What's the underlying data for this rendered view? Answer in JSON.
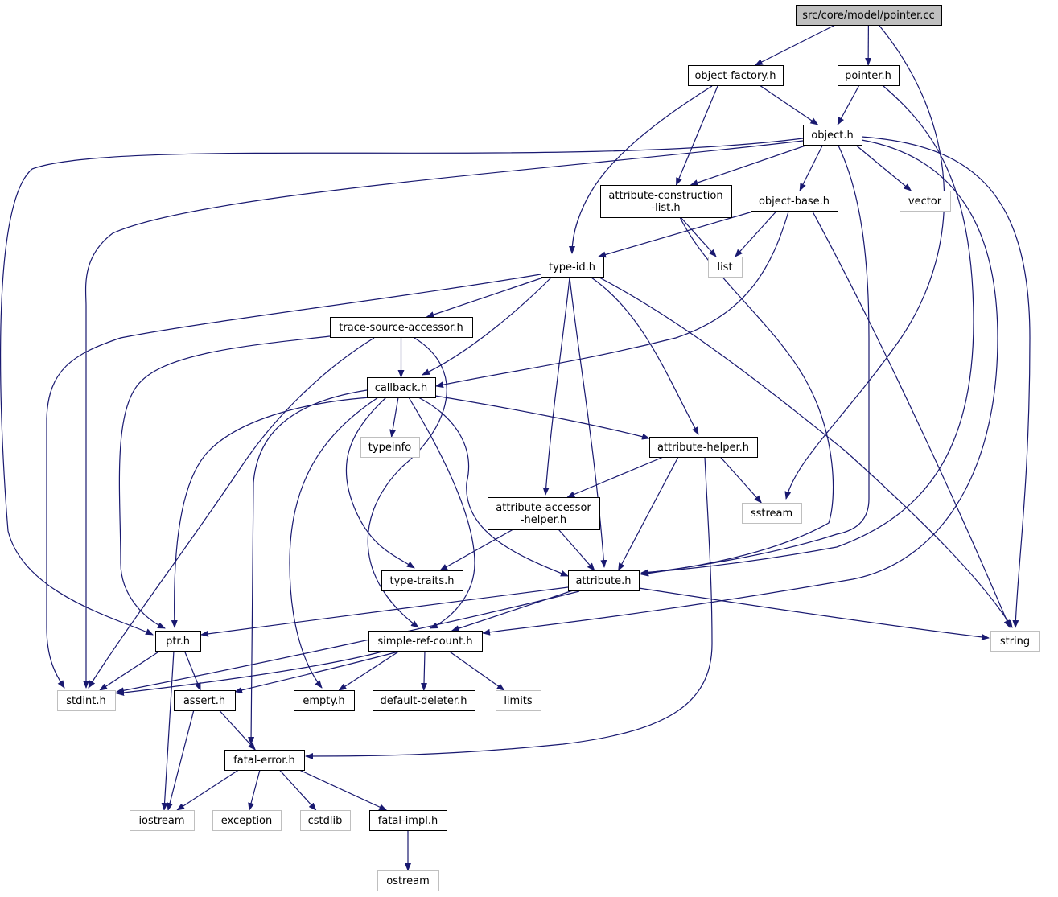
{
  "colors": {
    "edge": "#191970",
    "root_fill": "#bfbfbf",
    "node_border": "#000000",
    "external_border": "#bfbfbf",
    "text": "#000000",
    "background": "#ffffff"
  },
  "nodes": [
    {
      "id": "pointer_cc",
      "kind": "root",
      "lines": [
        "src/core/model/pointer.cc"
      ]
    },
    {
      "id": "object_factory_h",
      "kind": "normal",
      "lines": [
        "object-factory.h"
      ]
    },
    {
      "id": "pointer_h",
      "kind": "normal",
      "lines": [
        "pointer.h"
      ]
    },
    {
      "id": "object_h",
      "kind": "normal",
      "lines": [
        "object.h"
      ]
    },
    {
      "id": "attribute_construction_list_h",
      "kind": "normal",
      "lines": [
        "attribute-construction",
        "-list.h"
      ]
    },
    {
      "id": "object_base_h",
      "kind": "normal",
      "lines": [
        "object-base.h"
      ]
    },
    {
      "id": "vector",
      "kind": "external",
      "lines": [
        "vector"
      ]
    },
    {
      "id": "list",
      "kind": "external",
      "lines": [
        "list"
      ]
    },
    {
      "id": "type_id_h",
      "kind": "normal",
      "lines": [
        "type-id.h"
      ]
    },
    {
      "id": "trace_source_accessor_h",
      "kind": "normal",
      "lines": [
        "trace-source-accessor.h"
      ]
    },
    {
      "id": "callback_h",
      "kind": "normal",
      "lines": [
        "callback.h"
      ]
    },
    {
      "id": "typeinfo",
      "kind": "external",
      "lines": [
        "typeinfo"
      ]
    },
    {
      "id": "attribute_helper_h",
      "kind": "normal",
      "lines": [
        "attribute-helper.h"
      ]
    },
    {
      "id": "attribute_accessor_helper_h",
      "kind": "normal",
      "lines": [
        "attribute-accessor",
        "-helper.h"
      ]
    },
    {
      "id": "sstream",
      "kind": "external",
      "lines": [
        "sstream"
      ]
    },
    {
      "id": "type_traits_h",
      "kind": "normal",
      "lines": [
        "type-traits.h"
      ]
    },
    {
      "id": "attribute_h",
      "kind": "normal",
      "lines": [
        "attribute.h"
      ]
    },
    {
      "id": "ptr_h",
      "kind": "normal",
      "lines": [
        "ptr.h"
      ]
    },
    {
      "id": "simple_ref_count_h",
      "kind": "normal",
      "lines": [
        "simple-ref-count.h"
      ]
    },
    {
      "id": "string",
      "kind": "external",
      "lines": [
        "string"
      ]
    },
    {
      "id": "stdint_h",
      "kind": "external",
      "lines": [
        "stdint.h"
      ]
    },
    {
      "id": "assert_h",
      "kind": "normal",
      "lines": [
        "assert.h"
      ]
    },
    {
      "id": "empty_h",
      "kind": "normal",
      "lines": [
        "empty.h"
      ]
    },
    {
      "id": "default_deleter_h",
      "kind": "normal",
      "lines": [
        "default-deleter.h"
      ]
    },
    {
      "id": "limits",
      "kind": "external",
      "lines": [
        "limits"
      ]
    },
    {
      "id": "fatal_error_h",
      "kind": "normal",
      "lines": [
        "fatal-error.h"
      ]
    },
    {
      "id": "iostream",
      "kind": "external",
      "lines": [
        "iostream"
      ]
    },
    {
      "id": "exception",
      "kind": "external",
      "lines": [
        "exception"
      ]
    },
    {
      "id": "cstdlib",
      "kind": "external",
      "lines": [
        "cstdlib"
      ]
    },
    {
      "id": "fatal_impl_h",
      "kind": "normal",
      "lines": [
        "fatal-impl.h"
      ]
    },
    {
      "id": "ostream",
      "kind": "external",
      "lines": [
        "ostream"
      ]
    }
  ],
  "edges": [
    {
      "from": "pointer_cc",
      "to": "object_factory_h"
    },
    {
      "from": "pointer_cc",
      "to": "pointer_h"
    },
    {
      "from": "pointer_cc",
      "to": "sstream"
    },
    {
      "from": "object_factory_h",
      "to": "object_h"
    },
    {
      "from": "object_factory_h",
      "to": "type_id_h"
    },
    {
      "from": "object_factory_h",
      "to": "attribute_construction_list_h"
    },
    {
      "from": "pointer_h",
      "to": "object_h"
    },
    {
      "from": "pointer_h",
      "to": "attribute_h"
    },
    {
      "from": "object_h",
      "to": "ptr_h"
    },
    {
      "from": "object_h",
      "to": "stdint_h"
    },
    {
      "from": "object_h",
      "to": "attribute_construction_list_h"
    },
    {
      "from": "object_h",
      "to": "object_base_h"
    },
    {
      "from": "object_h",
      "to": "vector"
    },
    {
      "from": "object_h",
      "to": "attribute_h"
    },
    {
      "from": "object_h",
      "to": "simple_ref_count_h"
    },
    {
      "from": "object_h",
      "to": "string"
    },
    {
      "from": "attribute_construction_list_h",
      "to": "list"
    },
    {
      "from": "attribute_construction_list_h",
      "to": "attribute_h"
    },
    {
      "from": "object_base_h",
      "to": "type_id_h"
    },
    {
      "from": "object_base_h",
      "to": "list"
    },
    {
      "from": "object_base_h",
      "to": "callback_h"
    },
    {
      "from": "object_base_h",
      "to": "string"
    },
    {
      "from": "type_id_h",
      "to": "trace_source_accessor_h"
    },
    {
      "from": "type_id_h",
      "to": "callback_h"
    },
    {
      "from": "type_id_h",
      "to": "stdint_h"
    },
    {
      "from": "type_id_h",
      "to": "attribute_helper_h"
    },
    {
      "from": "type_id_h",
      "to": "attribute_accessor_helper_h"
    },
    {
      "from": "type_id_h",
      "to": "attribute_h"
    },
    {
      "from": "type_id_h",
      "to": "string"
    },
    {
      "from": "trace_source_accessor_h",
      "to": "callback_h"
    },
    {
      "from": "trace_source_accessor_h",
      "to": "ptr_h"
    },
    {
      "from": "trace_source_accessor_h",
      "to": "stdint_h"
    },
    {
      "from": "trace_source_accessor_h",
      "to": "simple_ref_count_h"
    },
    {
      "from": "callback_h",
      "to": "typeinfo"
    },
    {
      "from": "callback_h",
      "to": "attribute_helper_h"
    },
    {
      "from": "callback_h",
      "to": "type_traits_h"
    },
    {
      "from": "callback_h",
      "to": "ptr_h"
    },
    {
      "from": "callback_h",
      "to": "fatal_error_h"
    },
    {
      "from": "callback_h",
      "to": "empty_h"
    },
    {
      "from": "callback_h",
      "to": "simple_ref_count_h"
    },
    {
      "from": "callback_h",
      "to": "attribute_h"
    },
    {
      "from": "attribute_helper_h",
      "to": "attribute_accessor_helper_h"
    },
    {
      "from": "attribute_helper_h",
      "to": "sstream"
    },
    {
      "from": "attribute_helper_h",
      "to": "attribute_h"
    },
    {
      "from": "attribute_helper_h",
      "to": "fatal_error_h"
    },
    {
      "from": "attribute_accessor_helper_h",
      "to": "type_traits_h"
    },
    {
      "from": "attribute_accessor_helper_h",
      "to": "attribute_h"
    },
    {
      "from": "attribute_h",
      "to": "ptr_h"
    },
    {
      "from": "attribute_h",
      "to": "simple_ref_count_h"
    },
    {
      "from": "attribute_h",
      "to": "stdint_h"
    },
    {
      "from": "attribute_h",
      "to": "string"
    },
    {
      "from": "ptr_h",
      "to": "stdint_h"
    },
    {
      "from": "ptr_h",
      "to": "assert_h"
    },
    {
      "from": "ptr_h",
      "to": "iostream"
    },
    {
      "from": "simple_ref_count_h",
      "to": "stdint_h"
    },
    {
      "from": "simple_ref_count_h",
      "to": "assert_h"
    },
    {
      "from": "simple_ref_count_h",
      "to": "empty_h"
    },
    {
      "from": "simple_ref_count_h",
      "to": "default_deleter_h"
    },
    {
      "from": "simple_ref_count_h",
      "to": "limits"
    },
    {
      "from": "assert_h",
      "to": "fatal_error_h"
    },
    {
      "from": "assert_h",
      "to": "iostream"
    },
    {
      "from": "fatal_error_h",
      "to": "iostream"
    },
    {
      "from": "fatal_error_h",
      "to": "exception"
    },
    {
      "from": "fatal_error_h",
      "to": "cstdlib"
    },
    {
      "from": "fatal_error_h",
      "to": "fatal_impl_h"
    },
    {
      "from": "fatal_impl_h",
      "to": "ostream"
    }
  ]
}
